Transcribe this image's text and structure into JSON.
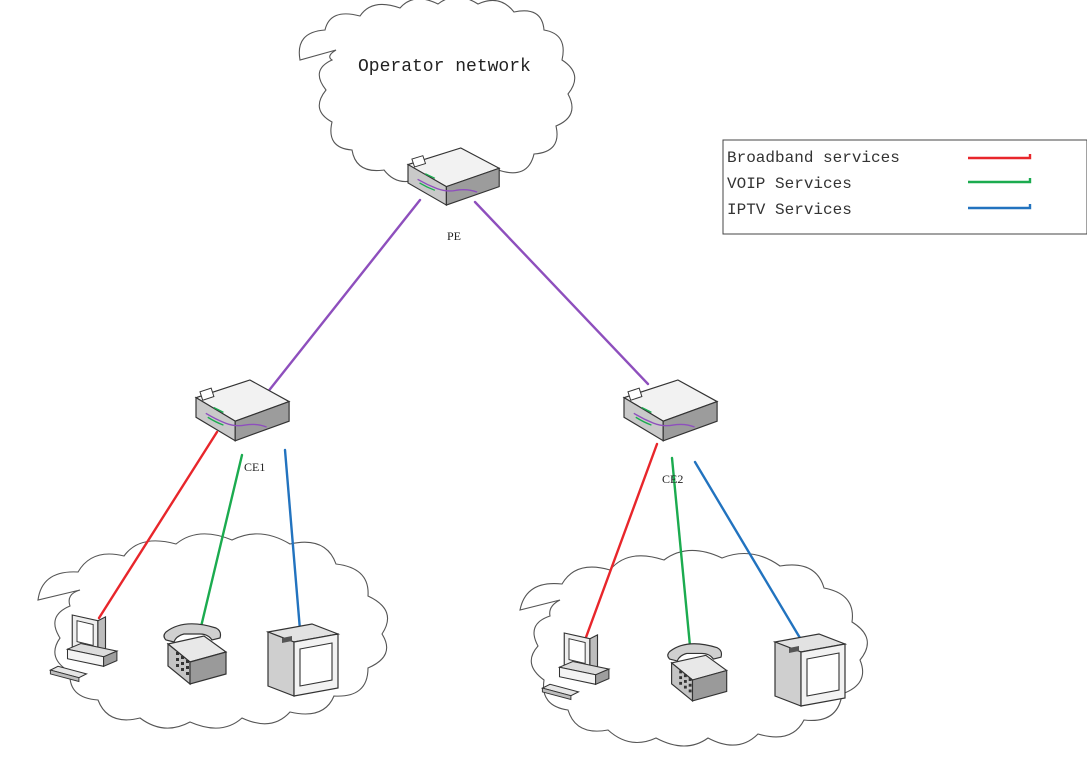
{
  "clouds": {
    "operator": {
      "label": "Operator network"
    }
  },
  "devices": {
    "pe": {
      "label": "PE"
    },
    "ce1": {
      "label": "CE1"
    },
    "ce2": {
      "label": "CE2"
    }
  },
  "legend": {
    "items": [
      {
        "label": "Broadband services",
        "color": "#e8262b"
      },
      {
        "label": "VOIP Services",
        "color": "#1bab4f"
      },
      {
        "label": "IPTV Services",
        "color": "#2273bf"
      }
    ]
  },
  "colors": {
    "uplink": "#8e4fbd",
    "broadband": "#e8262b",
    "voip": "#1bab4f",
    "iptv": "#2273bf"
  }
}
